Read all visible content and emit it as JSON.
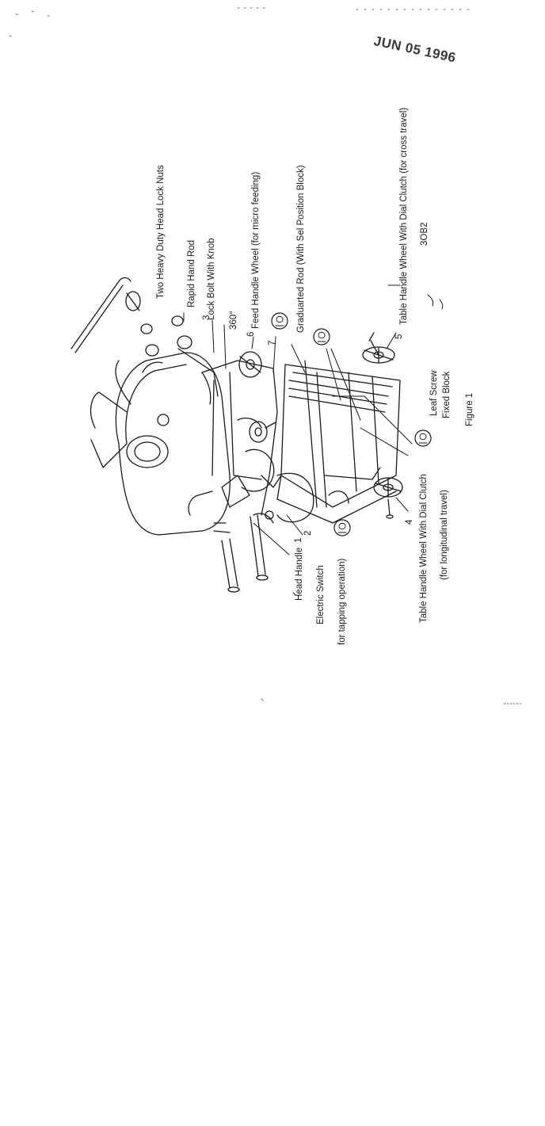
{
  "stamp_date": "JUN 05 1996",
  "labels": {
    "head_lock_nuts": "Two Heavy Duty Head Lock Nuts",
    "rapid_hand_rod": "Rapid Hand Rod",
    "lock_bolt": "Lock Bolt With Knob",
    "rotation": "360°",
    "feed_handle_wheel": "Feed Handle Wheel (for  micro feeding)",
    "graduated_rod": "Graduarted Rod (With Sel Position Block)",
    "table_wheel_cross": "Table Handle Wheel With Dial Clutch (for cross travel)",
    "drawing_code": "3OB2",
    "lead_screw": "Leaf Screw",
    "fixed_block": "Fixed Block",
    "figure_caption": "Figure  1",
    "table_wheel_long": "Table Handle Wheel With Dial Clutch",
    "table_wheel_long_note": "(for longitudinal travel)",
    "head_handle": "Head Handle",
    "electric_switch": "Electric Switch",
    "tapping_note": "for tapping operation)"
  },
  "callouts": {
    "n1": "1",
    "n2": "2",
    "n3": "3",
    "n4": "4",
    "n5": "5",
    "n6": "6",
    "n7": "7"
  }
}
